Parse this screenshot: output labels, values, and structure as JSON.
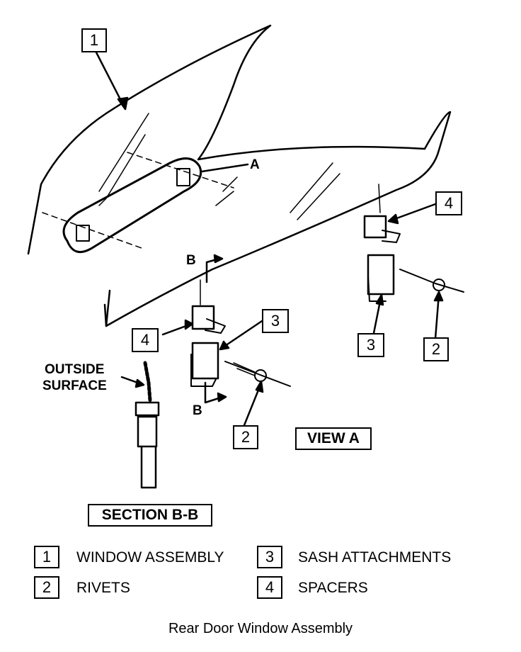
{
  "callouts": {
    "c1_top": "1",
    "c4_right": "4",
    "c3_mid": "3",
    "c4_left": "4",
    "c3_right": "3",
    "c2_right": "2",
    "c2_bottom": "2"
  },
  "labels": {
    "view_a_marker": "A",
    "section_b_top": "B",
    "section_b_bottom": "B",
    "outside_surface_line1": "OUTSIDE",
    "outside_surface_line2": "SURFACE",
    "view_a": "VIEW A",
    "section_bb": "SECTION B-B"
  },
  "legend": [
    {
      "num": "1",
      "text": "WINDOW ASSEMBLY"
    },
    {
      "num": "3",
      "text": "SASH ATTACHMENTS"
    },
    {
      "num": "2",
      "text": "RIVETS"
    },
    {
      "num": "4",
      "text": "SPACERS"
    }
  ],
  "caption": "Rear Door Window Assembly"
}
